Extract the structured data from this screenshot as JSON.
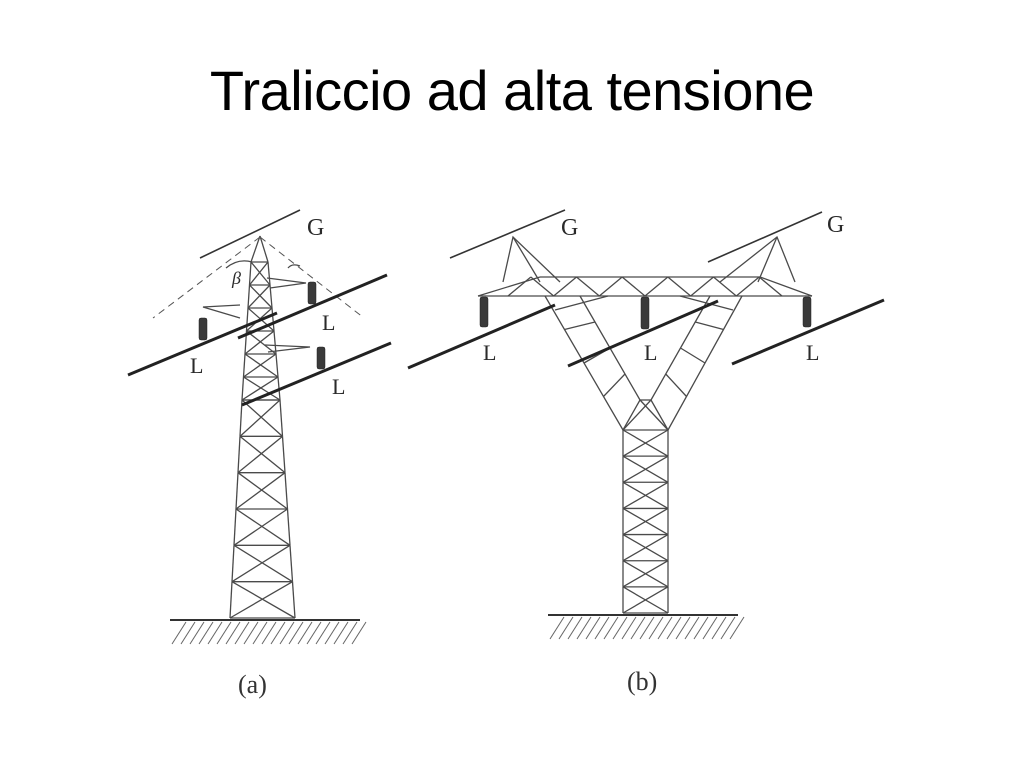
{
  "slide": {
    "title": "Traliccio ad alta tensione"
  },
  "figure_a": {
    "ground_wire_label": "G",
    "angle_label": "β",
    "conductor_labels": [
      "L",
      "L",
      "L"
    ],
    "caption": "(a)"
  },
  "figure_b": {
    "ground_wire_labels": [
      "G",
      "G"
    ],
    "conductor_labels": [
      "L",
      "L",
      "L"
    ],
    "caption": "(b)"
  },
  "colors": {
    "line": "#333333",
    "text": "#000000",
    "background": "#ffffff"
  }
}
